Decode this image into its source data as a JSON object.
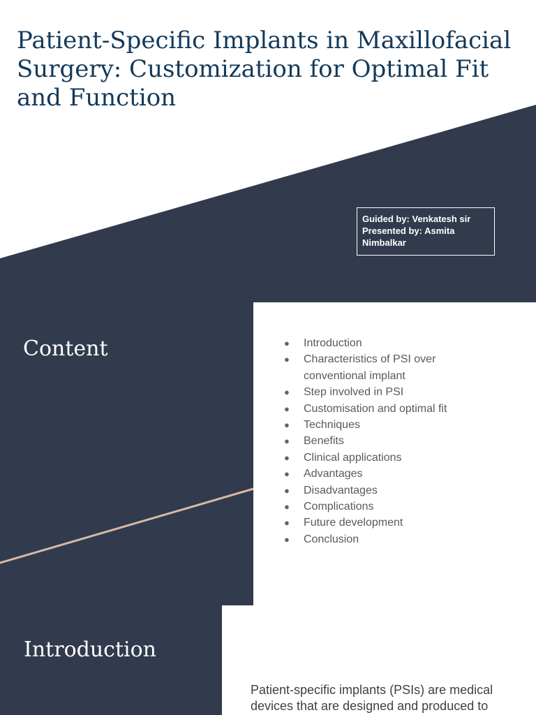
{
  "colors": {
    "navy": "#323a4d",
    "title_blue": "#13395a",
    "accent_line": "#d6b9a5",
    "white": "#ffffff"
  },
  "slides": {
    "title": {
      "heading": "Patient-Specific Implants in Maxillofacial Surgery: Customization for Optimal Fit and Function",
      "guided_by": "Guided by: Venkatesh sir",
      "presented_by": "Presented by: Asmita Nimbalkar"
    },
    "content": {
      "heading": "Content",
      "items": [
        "Introduction",
        "Characteristics of PSI over conventional implant",
        "Step involved in PSI",
        "Customisation and optimal fit",
        "Techniques",
        "Benefits",
        "Clinical applications",
        "Advantages",
        "Disadvantages",
        "Complications",
        "Future development",
        "Conclusion"
      ]
    },
    "introduction": {
      "heading": "Introduction",
      "body": "Patient-specific implants (PSIs) are medical devices that are designed and produced to"
    }
  },
  "icons": {
    "bullet": "bullet-dot-icon"
  }
}
